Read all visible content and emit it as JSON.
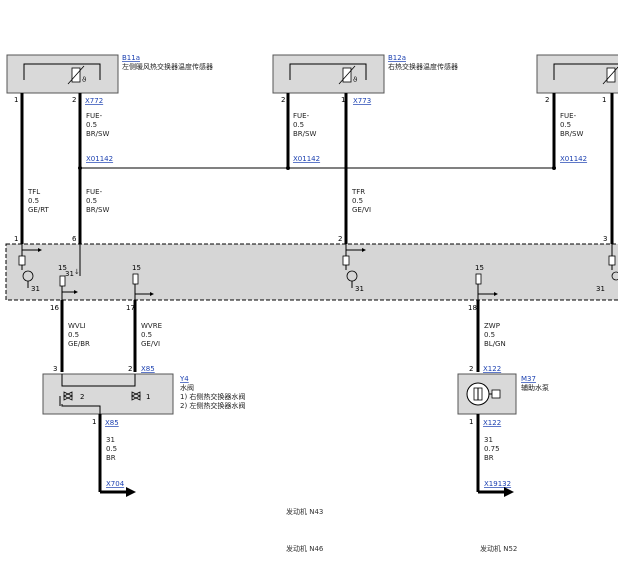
{
  "components": {
    "b11a": {
      "ref": "B11a",
      "name": "左侧暖风热交换器温度传感器",
      "pin_left": "1",
      "pin_right": "2"
    },
    "b12a": {
      "ref": "B12a",
      "name": "右热交换器温度传感器",
      "pin_left": "2",
      "pin_right": "1"
    },
    "b_right": {
      "pin_left": "2",
      "pin_right": "1"
    },
    "y4": {
      "ref": "Y4",
      "name": "水阀",
      "note1": "1)  右侧热交换器水阀",
      "note2": "2)  左侧热交换器水阀",
      "pin_left": "3",
      "pin_right": "2",
      "pin_bottom": "1",
      "valve2": "2",
      "valve1": "1"
    },
    "m37": {
      "ref": "M37",
      "name": "辅助水泵",
      "pin_top": "2",
      "pin_bottom": "1"
    }
  },
  "connectors": {
    "x772": "X772",
    "x773": "X773",
    "x01142a": "X01142",
    "x01142b": "X01142",
    "x01142c": "X01142",
    "x85a": "X85",
    "x85b": "X85",
    "x122a": "X122",
    "x122b": "X122",
    "x704": "X704",
    "x19132": "X19132"
  },
  "wires": {
    "w1_top": {
      "l1": "FUE-",
      "l2": "0.5",
      "l3": "BR/SW"
    },
    "w2_top": {
      "l1": "FUE-",
      "l2": "0.5",
      "l3": "BR/SW"
    },
    "w3_top": {
      "l1": "FUE-",
      "l2": "0.5",
      "l3": "BR/SW"
    },
    "tfl": {
      "l1": "TFL",
      "l2": "0.5",
      "l3": "GE/RT"
    },
    "fue_mid": {
      "l1": "FUE-",
      "l2": "0.5",
      "l3": "BR/SW"
    },
    "tfr": {
      "l1": "TFR",
      "l2": "0.5",
      "l3": "GE/VI"
    },
    "wvli": {
      "l1": "WVLI",
      "l2": "0.5",
      "l3": "GE/BR"
    },
    "wvre": {
      "l1": "WVRE",
      "l2": "0.5",
      "l3": "GE/VI"
    },
    "zwp": {
      "l1": "ZWP",
      "l2": "0.5",
      "l3": "BL/GN"
    },
    "gnd_y4": {
      "l1": "31",
      "l2": "0.5",
      "l3": "BR"
    },
    "gnd_m37": {
      "l1": "31",
      "l2": "0.75",
      "l3": "BR"
    }
  },
  "module": {
    "pin1": "1",
    "pin6": "6",
    "pin2": "2",
    "pin3": "3",
    "pin16": "16",
    "pin17": "17",
    "pin18": "18",
    "p15a": "15",
    "p15b": "15",
    "p15c": "15",
    "p31a": "31",
    "p31b": "31",
    "p31c": "31",
    "p31d": "31"
  },
  "captions": {
    "n43": "发动机 N43",
    "n46": "发动机 N46",
    "n52": "发动机 N52"
  },
  "colors": {
    "module_fill": "#d6d6d6",
    "component_fill": "#d9d9d9",
    "link": "#1a3fb0"
  }
}
